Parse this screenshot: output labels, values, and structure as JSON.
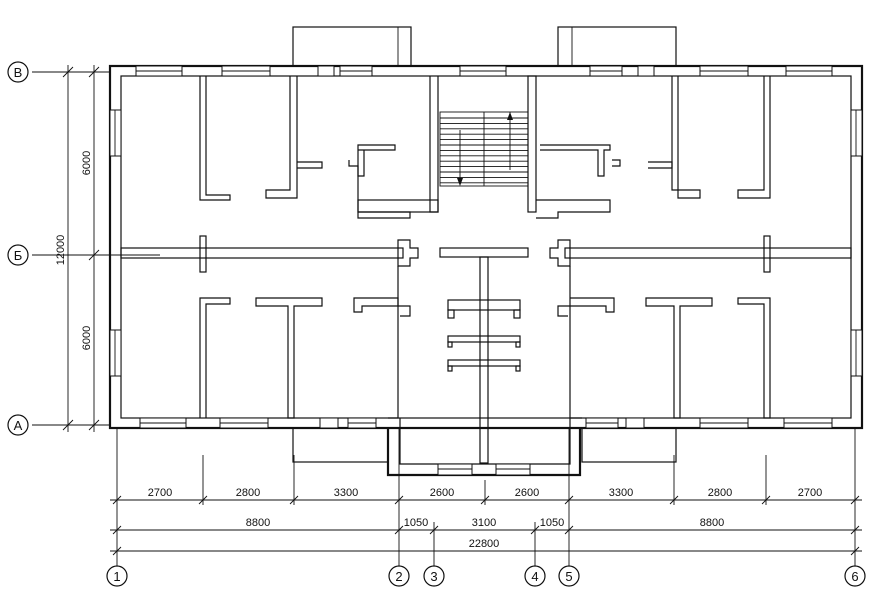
{
  "axes": {
    "rows": [
      "В",
      "Б",
      "А"
    ],
    "columns": [
      "1",
      "2",
      "3",
      "4",
      "5",
      "6"
    ]
  },
  "dimensions": {
    "vertical_total": "12000",
    "vertical_top": "6000",
    "vertical_bottom": "6000",
    "row1": [
      "2700",
      "2800",
      "3300",
      "2600",
      "2600",
      "3300",
      "2800",
      "2700"
    ],
    "row2": [
      "8800",
      "1050",
      "3100",
      "1050",
      "8800"
    ],
    "total": "22800"
  }
}
